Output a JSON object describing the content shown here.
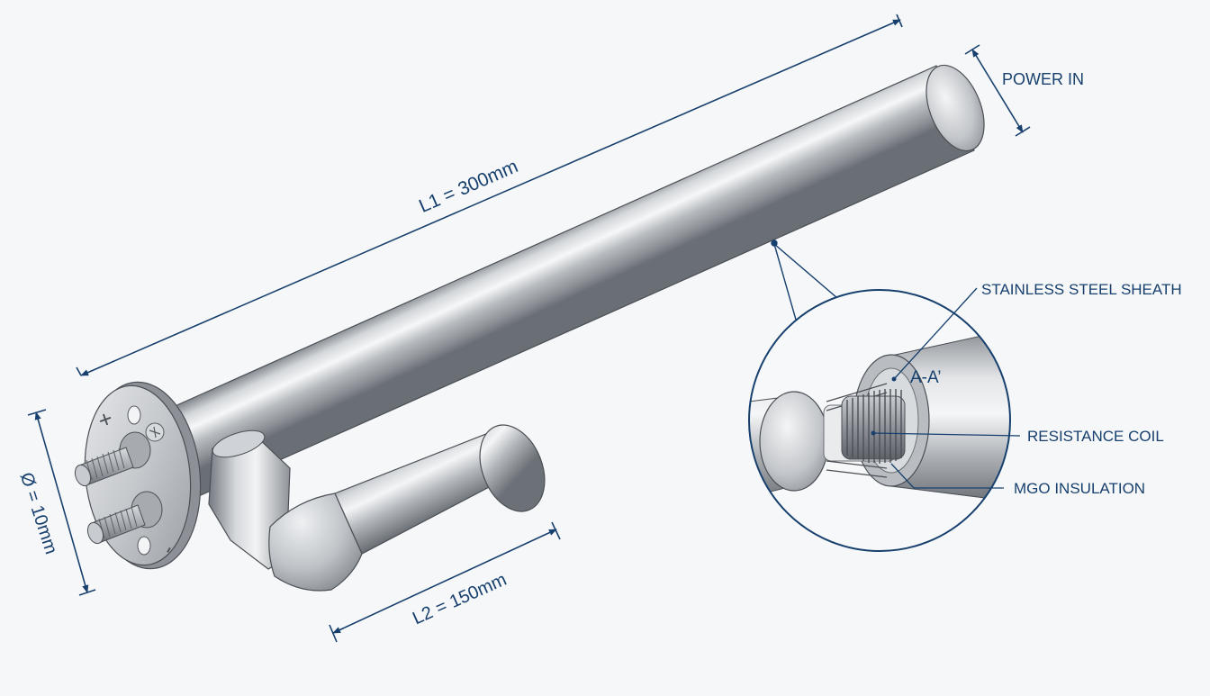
{
  "dimensions": {
    "l1": "L1 = 300mm",
    "l2": "L2 = 150mm",
    "diameter": "Ø = 10mm"
  },
  "callouts": {
    "power_in": "POWER IN",
    "sheath": "STAINLESS STEEL SHEATH",
    "section": "A-A’",
    "coil": "RESISTANCE COIL",
    "insulation": "MGO INSULATION"
  },
  "terminals": {
    "positive": "+",
    "negative": "-"
  },
  "colors": {
    "annotation": "#17406e",
    "background": "#f6f7f8",
    "metal_light": "#eef0f2",
    "metal_mid": "#b4b8bd",
    "metal_dark": "#6a6f75"
  }
}
